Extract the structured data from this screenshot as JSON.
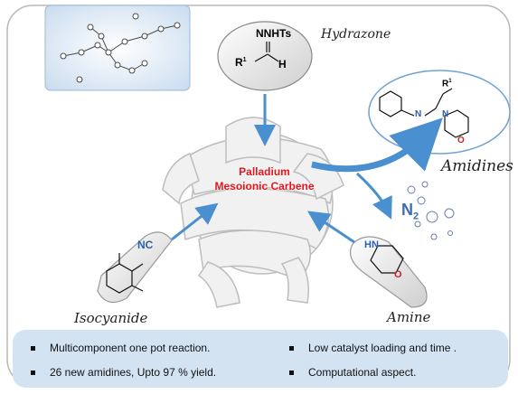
{
  "reagents": {
    "hydrazone": {
      "name": "Hydrazone",
      "formula_top": "NNHTs",
      "r1": "R",
      "sup": "1",
      "h": "H"
    },
    "isocyanide": {
      "name": "Isocyanide",
      "group": "NC"
    },
    "amine": {
      "name": "Amine",
      "hn": "HN",
      "o": "O"
    }
  },
  "product": {
    "name": "Amidines",
    "r1": "R",
    "sup": "1",
    "n1": "N",
    "n2": "N",
    "o": "O"
  },
  "catalyst": {
    "line1": "Palladium",
    "line2": "Mesoionic Carbene"
  },
  "byproduct": {
    "n": "N",
    "sub": "2"
  },
  "bullets": [
    "Multicomponent one pot reaction.",
    "Low catalyst loading  and time .",
    "26 new amidines, Upto 97 % yield.",
    "Computational aspect."
  ],
  "colors": {
    "accent_red": "#e8141b",
    "arrow_blue": "#4a8fd0",
    "n2_blue": "#3a6db5",
    "bullet_bg": "#d4e3f2"
  }
}
